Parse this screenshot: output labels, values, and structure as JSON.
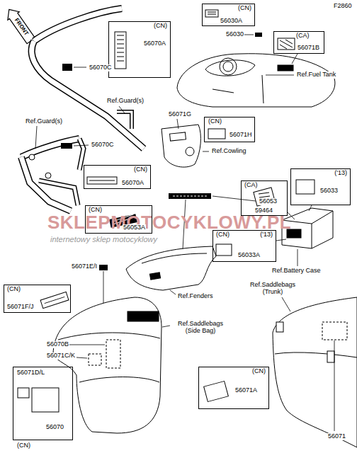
{
  "diagram": {
    "nodes": [
      {
        "text": [
          "(CN)",
          "56030A"
        ]
      },
      {
        "text": [
          "(CN)",
          "56070A"
        ]
      },
      {
        "text": [
          "(CA)",
          "56071B"
        ]
      },
      {
        "text": [
          "(CN)",
          "56071H"
        ]
      },
      {
        "text": [
          "(CN)",
          "56070A"
        ]
      },
      {
        "text": [
          "('13)",
          "56033"
        ]
      },
      {
        "text": [
          "(CA)",
          "59464"
        ]
      },
      {
        "text": [
          "(CN)",
          "56053A"
        ]
      },
      {
        "text": [
          "(CN)",
          "('13)",
          "56033A"
        ]
      },
      {
        "text": [
          "(CN)",
          "56071F/J"
        ]
      },
      {
        "text": [
          "56071D/L",
          "56070",
          "(CN)"
        ]
      },
      {
        "text": [
          "(CN)",
          "56071A"
        ]
      }
    ],
    "labels": [
      "F2860",
      "FRONT",
      "56070C",
      "Ref.Guard(s)",
      "56030",
      "Ref.Fuel Tank",
      "56071G",
      "Ref.Cowling",
      "Ref.Guard(s)",
      "56070C",
      "56053",
      "SKLEPMOTOCYKLOWY.PL",
      "internetowy sklep motocyklowy",
      "56071E/I",
      "Ref.Fenders",
      "Ref.Battery Case",
      "Ref.Saddlebags (Trunk)",
      "Ref.Saddlebags (Side Bag)",
      "56070B",
      "56071C/K",
      "56071"
    ]
  }
}
